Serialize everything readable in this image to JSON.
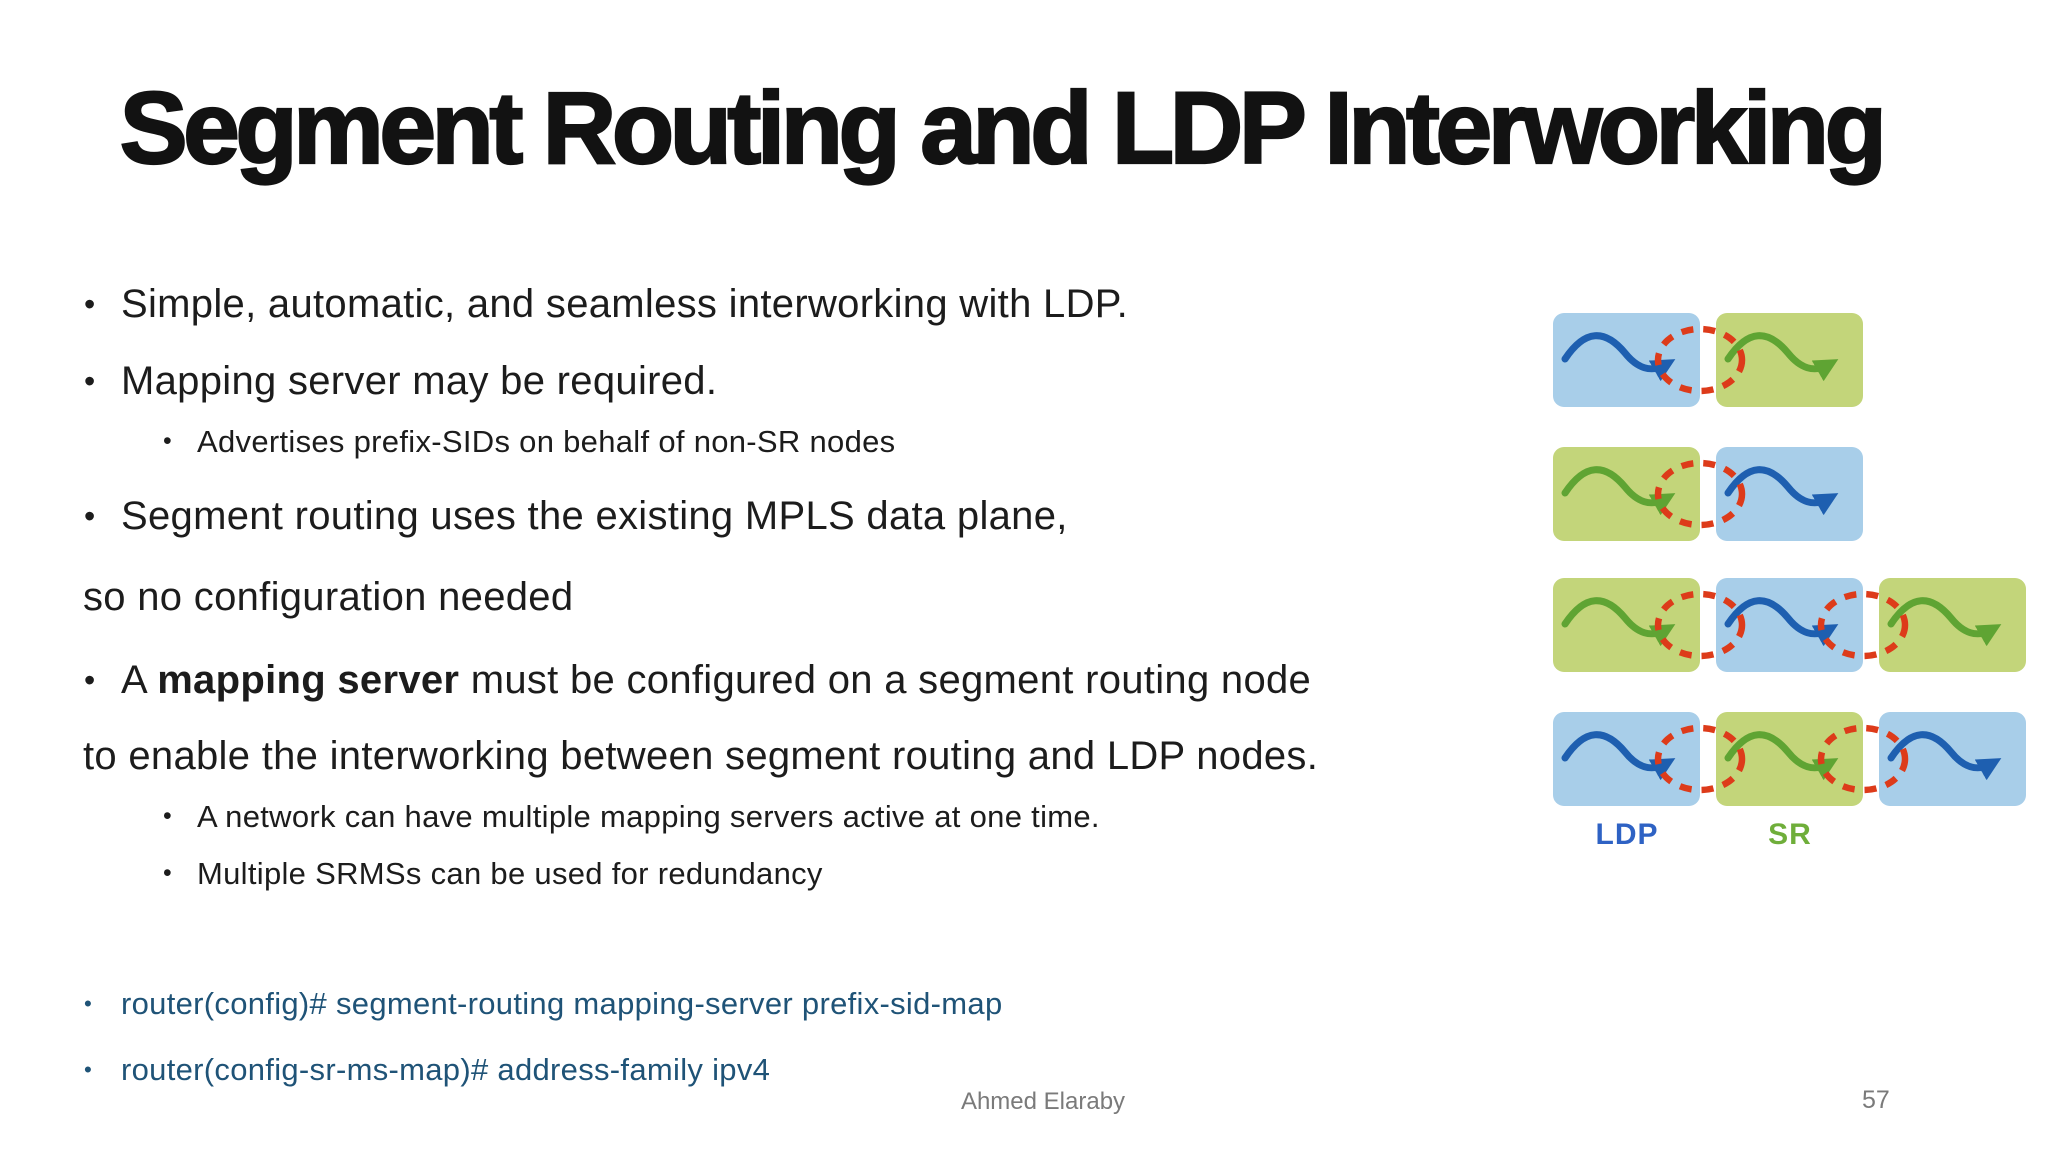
{
  "slide": {
    "title": "Segment Routing and LDP Interworking",
    "footer": {
      "author": "Ahmed Elaraby",
      "page_number": "57"
    }
  },
  "bullets": [
    {
      "level": 1,
      "bullet": true,
      "text": "Simple, automatic, and seamless interworking with LDP."
    },
    {
      "level": 1,
      "bullet": true,
      "text": "Mapping server may be required."
    },
    {
      "level": 2,
      "bullet": true,
      "text": "Advertises prefix-SIDs on behalf of non-SR nodes"
    },
    {
      "level": 1,
      "bullet": true,
      "text": "Segment routing uses the existing MPLS data plane,"
    },
    {
      "level": 1,
      "bullet": false,
      "text": "so no configuration needed"
    },
    {
      "level": 1,
      "bullet": true,
      "pre": "A ",
      "bold": "mapping server",
      "post": " must be configured on a segment routing node"
    },
    {
      "level": 1,
      "bullet": false,
      "text": "to enable the interworking between segment routing and LDP nodes."
    },
    {
      "level": 2,
      "bullet": true,
      "text": "A network can have multiple mapping servers active at one time."
    },
    {
      "level": 2,
      "bullet": true,
      "text": "Multiple SRMSs can be used for redundancy"
    }
  ],
  "commands": [
    "router(config)# segment-routing mapping-server prefix-sid-map",
    "router(config-sr-ms-map)# address-family ipv4"
  ],
  "diagram": {
    "rows": [
      [
        "ldp",
        "sr"
      ],
      [
        "sr",
        "ldp"
      ],
      [
        "sr",
        "ldp",
        "sr"
      ],
      [
        "ldp",
        "sr",
        "ldp"
      ]
    ],
    "labels": [
      {
        "text": "LDP",
        "color": "#2E62C4"
      },
      {
        "text": "SR",
        "color": "#6FAE3A"
      }
    ],
    "colors": {
      "ldp_box": "#A8CEE9",
      "sr_box": "#C3D57A",
      "ldp_arrow": "#1E5FB0",
      "sr_arrow": "#5FA433",
      "junction": "#DD3B1A"
    }
  },
  "colors": {
    "title_text": "#121212",
    "body_text": "#1c1c1c",
    "command_text": "#1F5377",
    "footer_text": "#7a7a7a"
  }
}
